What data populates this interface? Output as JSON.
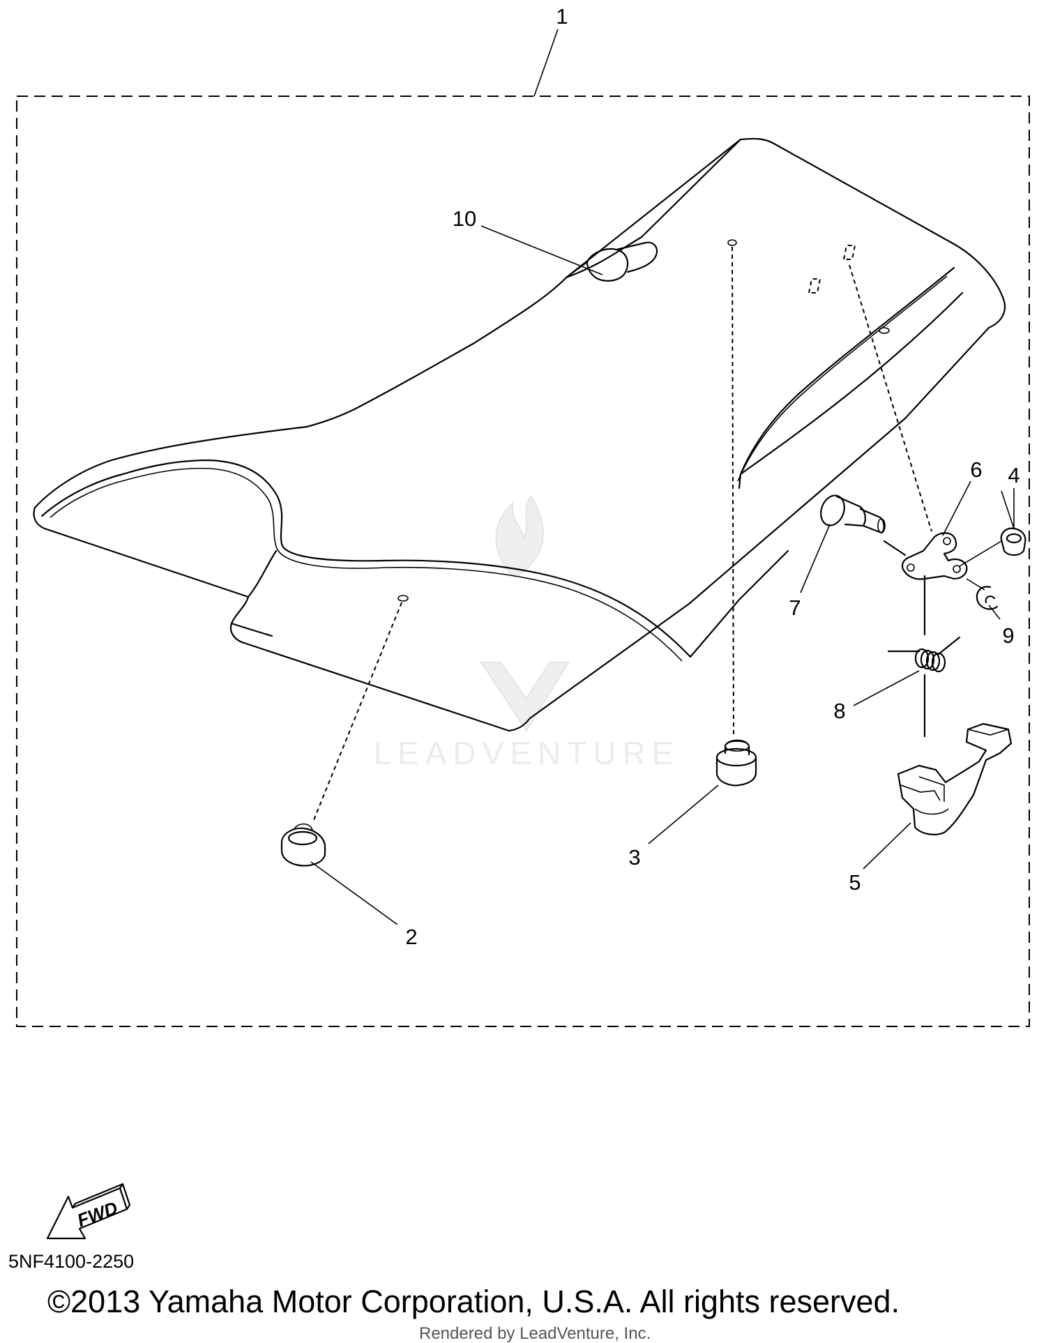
{
  "callouts": [
    "1",
    "2",
    "3",
    "4",
    "5",
    "6",
    "7",
    "8",
    "9",
    "10"
  ],
  "watermark": "LEADVENTURE",
  "fwd_label": "FWD",
  "diagram_code": "5NF4100-2250",
  "copyright": "©2013 Yamaha Motor Corporation, U.S.A. All rights reserved.",
  "rendered_by": "Rendered by LeadVenture, Inc."
}
